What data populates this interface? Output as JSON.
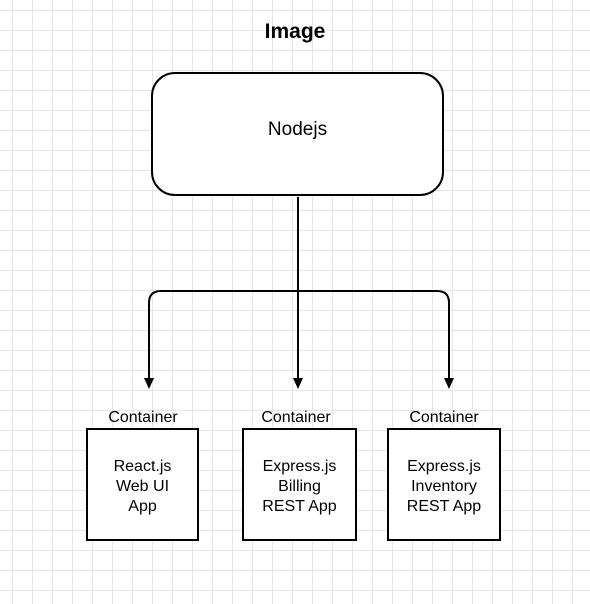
{
  "title": "Image",
  "root": {
    "label": "Nodejs"
  },
  "containers": [
    {
      "caption": "Container",
      "lines": [
        "React.js",
        "Web UI",
        "App"
      ]
    },
    {
      "caption": "Container",
      "lines": [
        "Express.js",
        "Billing",
        "REST App"
      ]
    },
    {
      "caption": "Container",
      "lines": [
        "Express.js",
        "Inventory",
        "REST App"
      ]
    }
  ],
  "colors": {
    "stroke": "#000000",
    "grid": "#e6e6e6",
    "background": "#ffffff"
  }
}
